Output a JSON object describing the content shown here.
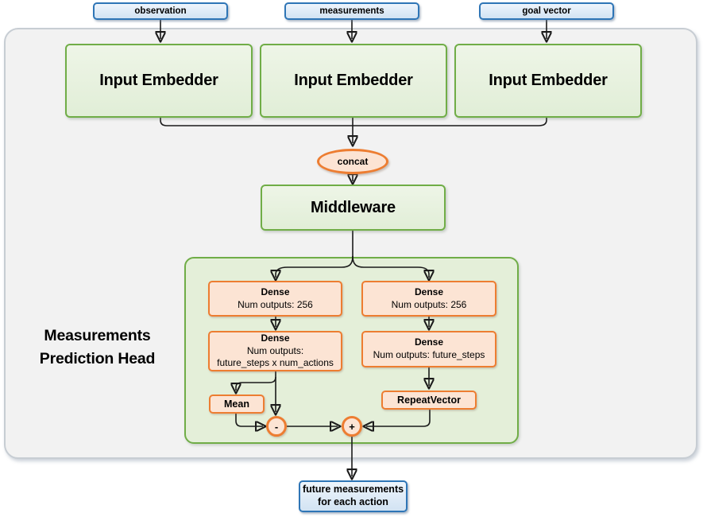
{
  "diagram_title": "Measurements Prediction Head",
  "inputs": [
    {
      "label": "observation"
    },
    {
      "label": "measurements"
    },
    {
      "label": "goal vector"
    }
  ],
  "embedders": [
    {
      "label": "Input Embedder"
    },
    {
      "label": "Input Embedder"
    },
    {
      "label": "Input Embedder"
    }
  ],
  "concat": {
    "label": "concat"
  },
  "middleware": {
    "label": "Middleware"
  },
  "head": {
    "label_line1": "Measurements",
    "label_line2": "Prediction Head",
    "left": {
      "dense1": {
        "title": "Dense",
        "subtitle": "Num outputs: 256"
      },
      "dense2": {
        "title": "Dense",
        "subtitle": "Num outputs:",
        "subtitle2": "future_steps x num_actions"
      },
      "mean": {
        "label": "Mean"
      },
      "minus": {
        "label": "-"
      }
    },
    "right": {
      "dense1": {
        "title": "Dense",
        "subtitle": "Num outputs: 256"
      },
      "dense2": {
        "title": "Dense",
        "subtitle": "Num outputs: future_steps"
      },
      "repeat": {
        "label": "RepeatVector"
      },
      "plus": {
        "label": "+"
      }
    }
  },
  "output": {
    "label_line1": "future measurements",
    "label_line2": "for each action"
  },
  "colors": {
    "green_border": "#70AD47",
    "green_fill": "#E2EFDA",
    "orange_border": "#ED7D31",
    "orange_fill": "#FCE4D4",
    "blue_border": "#2E75B6",
    "blue_fill": "#DEEBF7",
    "panel_fill": "#F2F2F2",
    "line": "#1A1A1A"
  }
}
